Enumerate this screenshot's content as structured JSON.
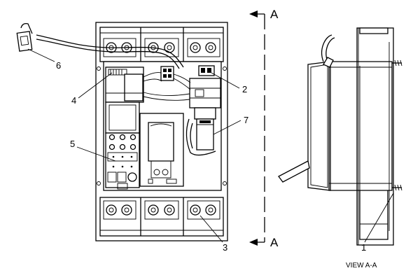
{
  "callouts": [
    "1",
    "2",
    "3",
    "4",
    "5",
    "6",
    "7"
  ],
  "section_marker": "A",
  "view_label": "VIEW A-A"
}
